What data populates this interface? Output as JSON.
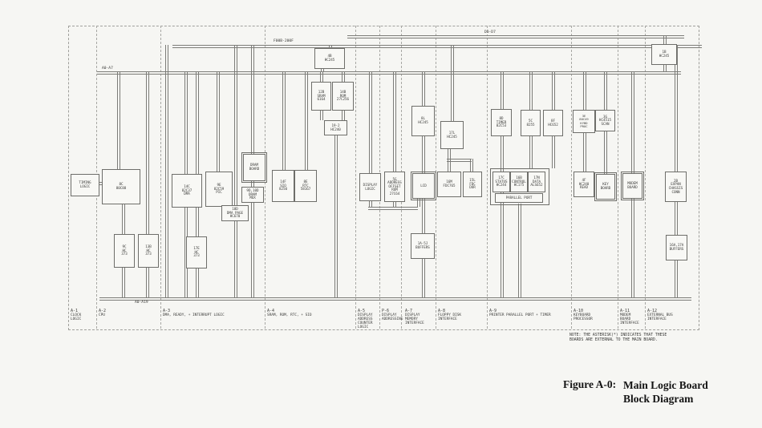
{
  "figure": {
    "label": "Figure A-0:",
    "title": "Main Logic Board\nBlock Diagram"
  },
  "note": "NOTE: THE ASTERISK(*) INDICATES THAT THESE\n      BOARDS ARE EXTERNAL TO THE MAIN BOARD.",
  "buses": {
    "d0d7": "D0-D7",
    "fbus": "F00B-200F",
    "a0a7": "A0-A7",
    "a0a19": "A0-A19"
  },
  "sections": [
    {
      "id": "A-1",
      "label": "CLOCK\nLOGIC"
    },
    {
      "id": "A-2",
      "label": "CPU"
    },
    {
      "id": "A-3",
      "label": "DMA, READY, + INTERRUPT LOGIC"
    },
    {
      "id": "A-4",
      "label": "SRAM, ROM, RTC, + SIO"
    },
    {
      "id": "A-5",
      "label": "DISPLAY\nADDRESS\nCOUNTER\nLOGIC"
    },
    {
      "id": "P-6",
      "label": "DISPLAY\nADDRESSING"
    },
    {
      "id": "A-7",
      "label": "DISPLAY\nMEMORY\nINTERFACE"
    },
    {
      "id": "A-8",
      "label": "FLOPPY DISK\nINTERFACE"
    },
    {
      "id": "A-9",
      "label": "PRINTER PARALLEL PORT + TIMER"
    },
    {
      "id": "A-10",
      "label": "KEYBOARD\nPROCESSOR"
    },
    {
      "id": "A-11",
      "label": "MODEM\nBOARD\nINTERFACE"
    },
    {
      "id": "A-12",
      "label": "EXTERNAL BUS\nINTERFACE"
    }
  ],
  "blocks": {
    "timing": "TIMING\nLOGIC",
    "cpu": "8C\n80C88",
    "latch1": "9C\nHC\n373",
    "latch2": "13B\nHC\n373",
    "dma": "14C\n82C37\nDMA",
    "pic": "9E\n82C59\nPIC",
    "dram_board": "DRAM\nBOARD",
    "dram_mux": "9D,10D\nDRAM\nMUX",
    "dma_page": "18D\nDMA PAGE\nHC670",
    "latch3": "17E\nHC\n373",
    "hc245_a": "4B\nHC245",
    "sram": "12B\nSRAM\n6164",
    "rom": "14B\nROM\n27C256",
    "hc240": "19-2\nHC240",
    "sio": "14F\nSIO\n8250",
    "rtc": "8E\nRTC\n58167",
    "display_logic": "DISPLAY\nLOGIC",
    "offset_rom": "5G\nADDRESS\nOFFSET\nROM\n27C64",
    "lcd": "LCD",
    "display_buffers": "1A-5J\nBUFFERS",
    "hc245_b": "8L\nHC245",
    "hc245_c": "17L\nHC245",
    "fdc": "16M\nFDC765",
    "fdc_dor": "15L\nFDC\nDOR",
    "timer": "8D\nTIMER\n82C53",
    "ppi": "5C\n8255",
    "hc652": "8F\nHC652",
    "pp_status": "17C\nSTATUS\nHC244",
    "pp_control": "16B\nCONTROL\nHC175",
    "pp_data": "17N\nDATA\nALS652",
    "pp_label": "PARALLEL PORT",
    "kbd_proc": "3E\n80C49\nKYBD\nPROC",
    "kbd_scan": "3G\nHC4515\nSCAN",
    "kbd_read": "4F\nHC240\nREAD",
    "keyboard": "KEY\nBOARD",
    "modem": "MODEM\nBOARD",
    "expan": "2B\nEXPAN\nCHASSIS\nCONN",
    "ext_buffers": "16A,17A\nBUFFERS",
    "hc245_d": "1B\nHC245"
  }
}
